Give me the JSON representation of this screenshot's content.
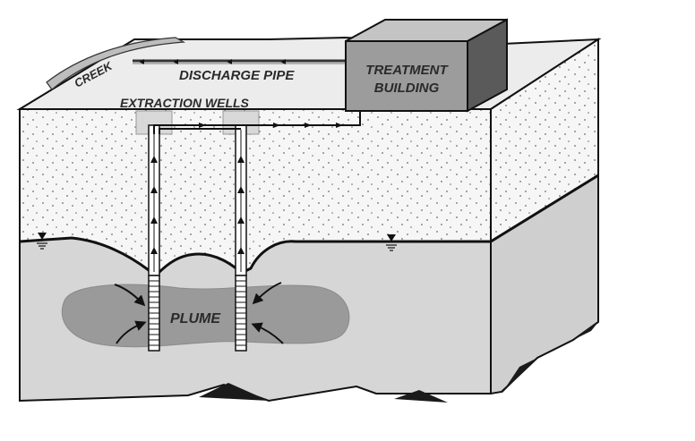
{
  "labels": {
    "creek": "CREEK",
    "discharge_pipe": "DISCHARGE PIPE",
    "treatment_line1": "TREATMENT",
    "treatment_line2": "BUILDING",
    "extraction_wells": "EXTRACTION WELLS",
    "plume": "PLUME"
  },
  "colors": {
    "background": "#ffffff",
    "top_surface": "#ececec",
    "unsaturated_zone": "#f6f6f6",
    "saturated_zone": "#d6d6d6",
    "side_face_lower": "#cfcfcf",
    "plume": "#9a9a9a",
    "building_front": "#9c9c9c",
    "building_top": "#c4c4c4",
    "building_side": "#5a5a5a",
    "outline": "#111111"
  }
}
